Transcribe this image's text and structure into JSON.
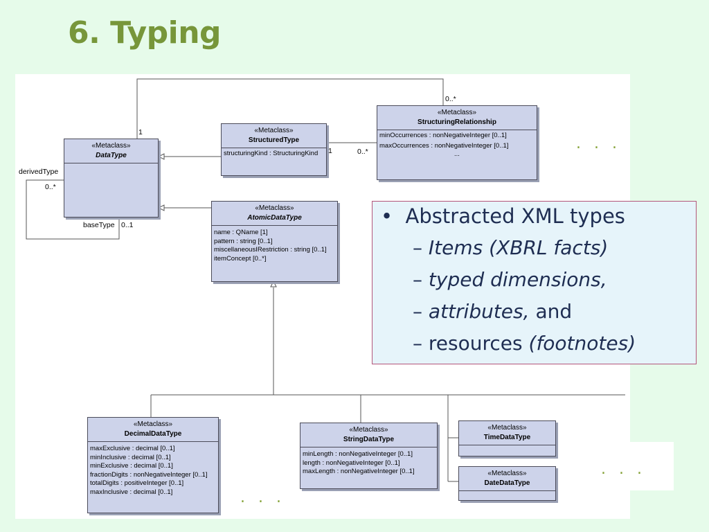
{
  "slide": {
    "title": "6. Typing"
  },
  "classes": {
    "data_type": {
      "stereotype": "«Metaclass»",
      "name": "DataType",
      "attributes": []
    },
    "structured_type": {
      "stereotype": "«Metaclass»",
      "name": "StructuredType",
      "attributes": [
        "structuringKind : StructuringKind"
      ]
    },
    "structuring_relationship": {
      "stereotype": "«Metaclass»",
      "name": "StructuringRelationship",
      "attributes": [
        "minOccurrences : nonNegativeInteger [0..1]",
        "maxOccurrences : nonNegativeInteger [0..1]",
        "..."
      ]
    },
    "atomic_data_type": {
      "stereotype": "«Metaclass»",
      "name": "AtomicDataType",
      "attributes": [
        "name : QName [1]",
        "pattern : string [0..1]",
        "miscellaneousIRestriction : string [0..1]",
        "itemConcept [0..*]"
      ]
    },
    "decimal_data_type": {
      "stereotype": "«Metaclass»",
      "name": "DecimalDataType",
      "attributes": [
        "maxExclusive : decimal [0..1]",
        "minInclusive : decimal [0..1]",
        "minExclusive : decimal [0..1]",
        "fractionDigits : nonNegativeInteger [0..1]",
        "totalDigits : positiveInteger [0..1]",
        "maxInclusive : decimal [0..1]"
      ]
    },
    "string_data_type": {
      "stereotype": "«Metaclass»",
      "name": "StringDataType",
      "attributes": [
        "minLength : nonNegativeInteger [0..1]",
        "length : nonNegativeInteger [0..1]",
        "maxLength : nonNegativeInteger [0..1]"
      ]
    },
    "time_data_type": {
      "stereotype": "«Metaclass»",
      "name": "TimeDataType",
      "attributes": []
    },
    "date_data_type": {
      "stereotype": "«Metaclass»",
      "name": "DateDataType",
      "attributes": []
    }
  },
  "labels": {
    "derived_type": "derivedType",
    "derived_mult": "0..*",
    "base_type": "baseType",
    "base_mult": "0..1",
    "top_one": "1",
    "top_many": "0..*",
    "st_one": "1",
    "sr_many": "0..*"
  },
  "ellipses": {
    "top_right": ". . .",
    "right_middle": ". . .",
    "bottom": ". . ."
  },
  "bullets": {
    "main": "Abstracted XML types",
    "dash": "–",
    "item1": "Items (XBRL facts)",
    "item2": "typed dimensions,",
    "item3_italic": "attributes,",
    "item3_plain": "and",
    "item4_plain": "resources",
    "item4_italic": "(footnotes)"
  }
}
